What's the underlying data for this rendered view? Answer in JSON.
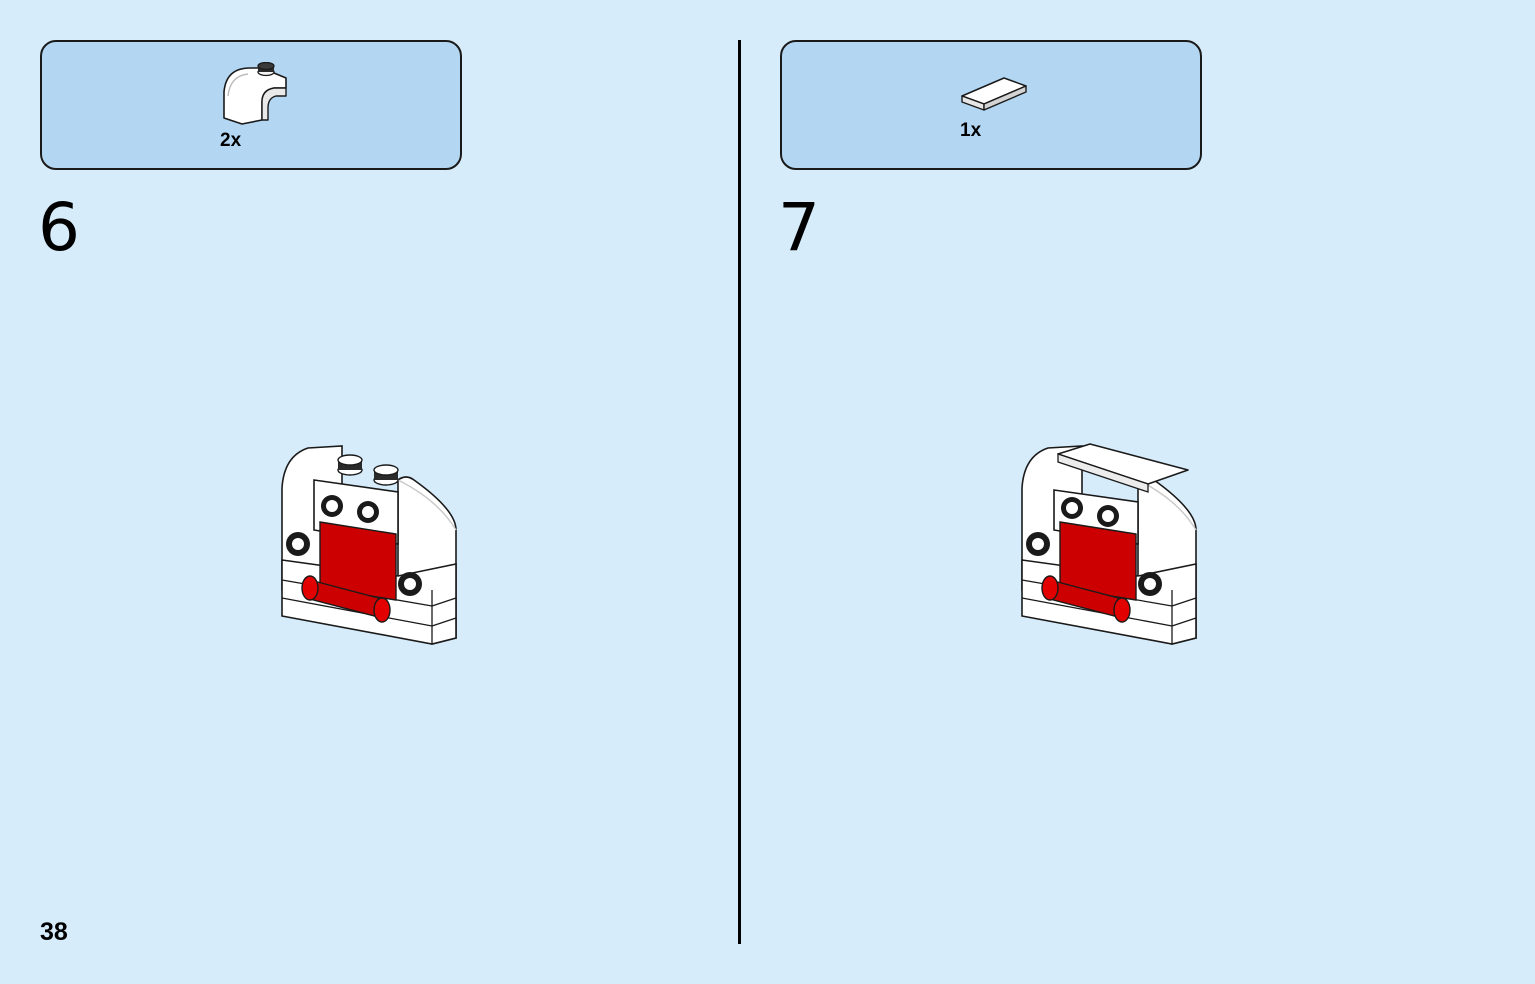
{
  "page": {
    "number": "38",
    "background": "#d6ecfa",
    "parts_box_color": "#b3d7f3"
  },
  "steps": [
    {
      "number": "6",
      "parts": [
        {
          "icon": "curved-slope-brick-icon",
          "color": "#ffffff",
          "qty": "2x"
        }
      ],
      "model_icon": "assembly-step-6-icon"
    },
    {
      "number": "7",
      "parts": [
        {
          "icon": "flat-tile-icon",
          "color": "#ffffff",
          "qty": "1x"
        }
      ],
      "model_icon": "assembly-step-7-icon"
    }
  ],
  "colors": {
    "brick_red": "#cc0000",
    "brick_white": "#ffffff",
    "outline": "#1a1a1a"
  }
}
